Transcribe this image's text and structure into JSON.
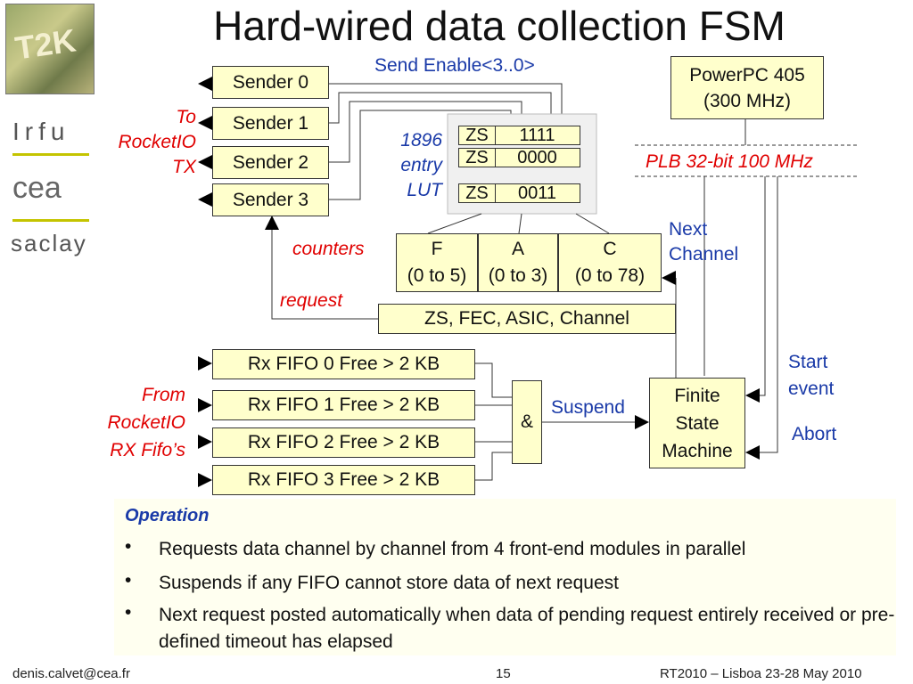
{
  "slide": {
    "title": "Hard-wired data collection FSM",
    "logos": {
      "t2k": "T2K",
      "irfu": "Irfu",
      "cea": "cea",
      "saclay": "saclay"
    },
    "diagram": {
      "send_enable": "Send Enable<3..0>",
      "senders": [
        "Sender 0",
        "Sender 1",
        "Sender 2",
        "Sender 3"
      ],
      "to_label": [
        "To",
        "RocketIO",
        "TX"
      ],
      "powerpc": [
        "PowerPC 405",
        "(300 MHz)"
      ],
      "plb": "PLB 32-bit 100 MHz",
      "lut_label": [
        "1896",
        "entry",
        "LUT"
      ],
      "lut_rows": [
        {
          "zs": "ZS",
          "value": "1111"
        },
        {
          "zs": "ZS",
          "value": "0000"
        },
        {
          "zs": "ZS",
          "value": "0011"
        }
      ],
      "counters_label": "counters",
      "counters": [
        {
          "name": "F",
          "range": "(0 to 5)"
        },
        {
          "name": "A",
          "range": "(0 to 3)"
        },
        {
          "name": "C",
          "range": "(0 to 78)"
        }
      ],
      "next_channel": [
        "Next",
        "Channel"
      ],
      "request_label": "request",
      "zs_bus": "ZS, FEC, ASIC, Channel",
      "rx_fifos": [
        "Rx FIFO 0 Free > 2 KB",
        "Rx FIFO 1 Free > 2 KB",
        "Rx FIFO 2 Free > 2 KB",
        "Rx FIFO 3 Free > 2 KB"
      ],
      "from_label": [
        "From",
        "RocketIO",
        "RX Fifo’s"
      ],
      "and_gate": "&",
      "suspend": "Suspend",
      "fsm": [
        "Finite",
        "State",
        "Machine"
      ],
      "start_event": [
        "Start",
        "event"
      ],
      "abort": "Abort"
    },
    "operation": {
      "heading": "Operation",
      "bullets": [
        "Requests data channel by channel from 4 front-end modules in parallel",
        "Suspends if any FIFO cannot store data of next request",
        "Next request posted automatically when data of pending request entirely received or pre-defined timeout has elapsed"
      ]
    },
    "footer": {
      "left": "denis.calvet@cea.fr",
      "center": "15",
      "right": "RT2010 – Lisboa 23-28 May 2010"
    }
  }
}
